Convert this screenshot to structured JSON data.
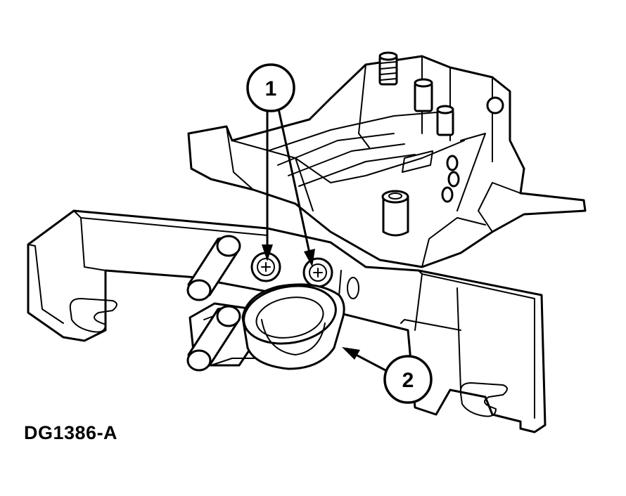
{
  "figure": {
    "id": "DG1386-A",
    "callouts": [
      {
        "label": "1"
      },
      {
        "label": "2"
      }
    ]
  }
}
